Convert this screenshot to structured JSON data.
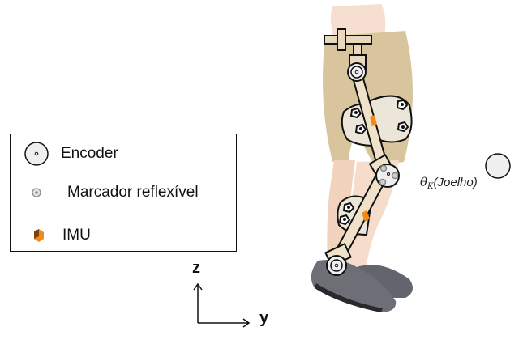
{
  "legend": {
    "items": [
      {
        "icon": "encoder-icon",
        "label": "Encoder"
      },
      {
        "icon": "reflective-marker-icon",
        "label": "Marcador reflexível"
      },
      {
        "icon": "imu-icon",
        "label": "IMU"
      }
    ]
  },
  "axes": {
    "vertical": "z",
    "horizontal": "y"
  },
  "joint_annotation": {
    "symbol": "θ",
    "subscript": "K",
    "text": "(Joelho)"
  },
  "colors": {
    "encoder_fill": "#efefef",
    "imu_orange": "#f08a1c",
    "imu_dark": "#7a4410",
    "shorts": "#d8c49a",
    "skin": "#f3d9c6",
    "shoe": "#6a6a72",
    "outline": "#111111"
  }
}
